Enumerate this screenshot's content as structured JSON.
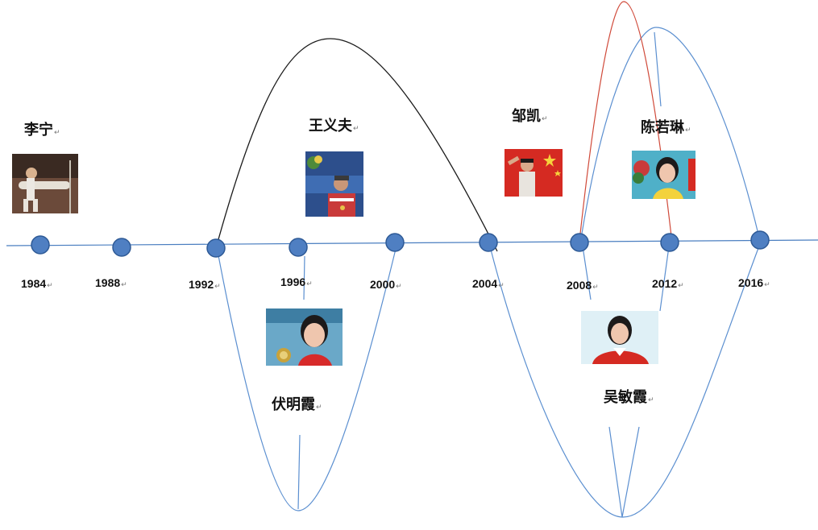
{
  "timeline": {
    "years": [
      "1984",
      "1988",
      "1992",
      "1996",
      "2000",
      "2004",
      "2008",
      "2012",
      "2016"
    ],
    "return_mark": "↵"
  },
  "athletes": [
    {
      "id": "li-ning",
      "name": "李宁"
    },
    {
      "id": "wang-yifu",
      "name": "王义夫"
    },
    {
      "id": "fu-mingxia",
      "name": "伏明霞"
    },
    {
      "id": "zou-kai",
      "name": "邹凯"
    },
    {
      "id": "chen-ruolin",
      "name": "陈若琳"
    },
    {
      "id": "wu-minxia",
      "name": "吴敏霞"
    }
  ],
  "colors": {
    "axis": "#4a7ec0",
    "node_fill": "#4f7fc2",
    "node_stroke": "#2e5a96",
    "curve_blue": "#5b8fd0",
    "curve_black": "#1a1a1a",
    "curve_red": "#d04a3a"
  }
}
